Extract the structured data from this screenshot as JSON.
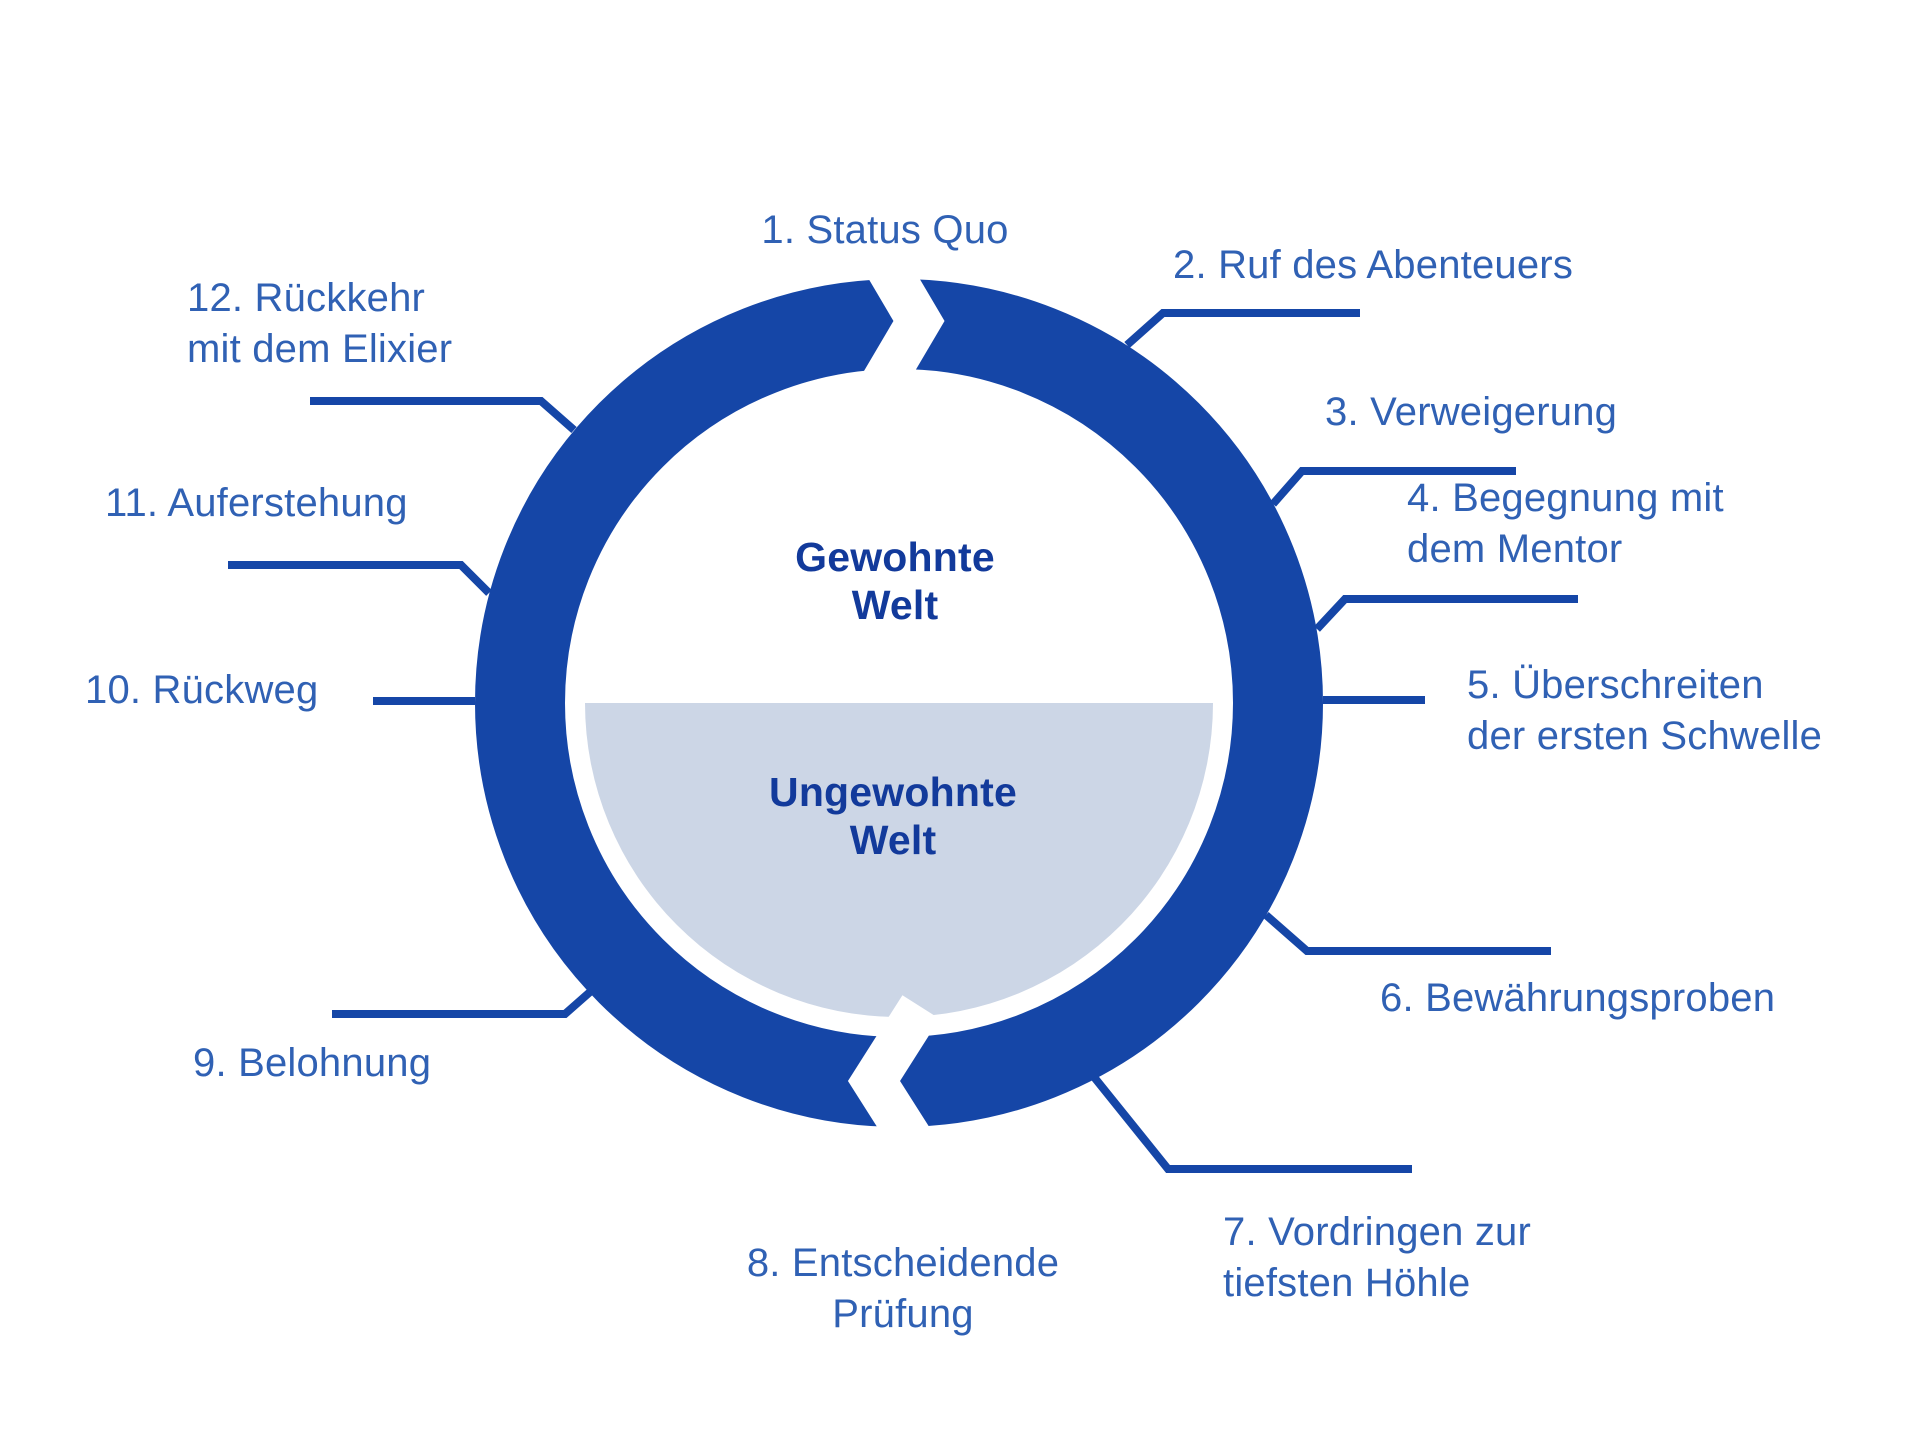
{
  "diagram": {
    "type": "cycle-diagram",
    "center": {
      "top_label": "Gewohnte\nWelt",
      "bottom_label": "Ungewohnte\nWelt"
    },
    "stages": [
      {
        "label": "1. Status Quo"
      },
      {
        "label": "2. Ruf des Abenteuers"
      },
      {
        "label": "3. Verweigerung"
      },
      {
        "label": "4. Begegnung mit\ndem Mentor"
      },
      {
        "label": "5. Überschreiten\nder ersten Schwelle"
      },
      {
        "label": "6. Bewährungsproben"
      },
      {
        "label": "7. Vordringen zur\ntiefsten Höhle"
      },
      {
        "label": "8. Entscheidende\nPrüfung"
      },
      {
        "label": "9. Belohnung"
      },
      {
        "label": "10. Rückweg"
      },
      {
        "label": "11. Auferstehung"
      },
      {
        "label": "12. Rückkehr\nmit dem Elixier"
      }
    ],
    "colors": {
      "ring_blue": "#1546a7",
      "label_text_blue": "#3061b4",
      "center_text_navy": "#123a9b",
      "inner_half_light_blue": "#ccd6e6"
    }
  }
}
